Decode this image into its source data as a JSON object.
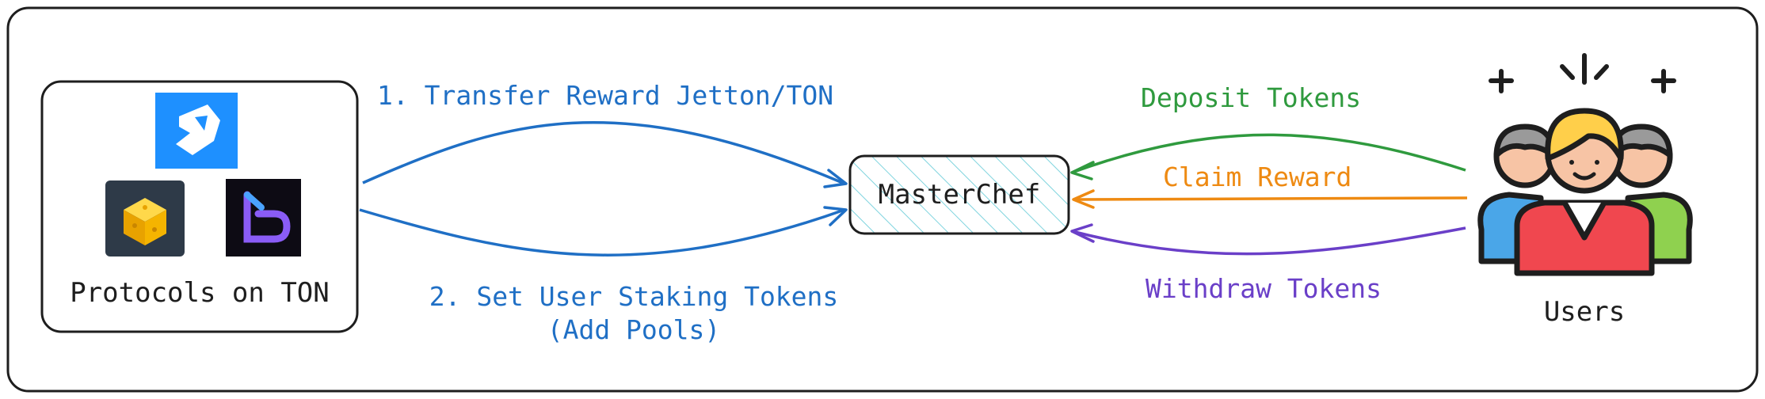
{
  "protocols": {
    "caption": "Protocols on TON",
    "logos": [
      {
        "name": "blue-stone-logo-icon",
        "color": "#1e90ff"
      },
      {
        "name": "gold-cube-logo-icon",
        "color": "#f5b400"
      },
      {
        "name": "purple-b-logo-icon",
        "color": "#8a5cf6"
      }
    ]
  },
  "center": {
    "label": "MasterChef"
  },
  "users": {
    "caption": "Users"
  },
  "flows": {
    "left": [
      {
        "label": "1. Transfer Reward Jetton/TON",
        "color": "#1f6fc5"
      },
      {
        "label_line1": "2. Set User Staking Tokens",
        "label_line2": "(Add Pools)",
        "color": "#1f6fc5"
      }
    ],
    "right": [
      {
        "label": "Deposit Tokens",
        "color": "#2f9a3e"
      },
      {
        "label": "Claim Reward",
        "color": "#ee8a12"
      },
      {
        "label": "Withdraw Tokens",
        "color": "#6a3fc8"
      }
    ]
  }
}
